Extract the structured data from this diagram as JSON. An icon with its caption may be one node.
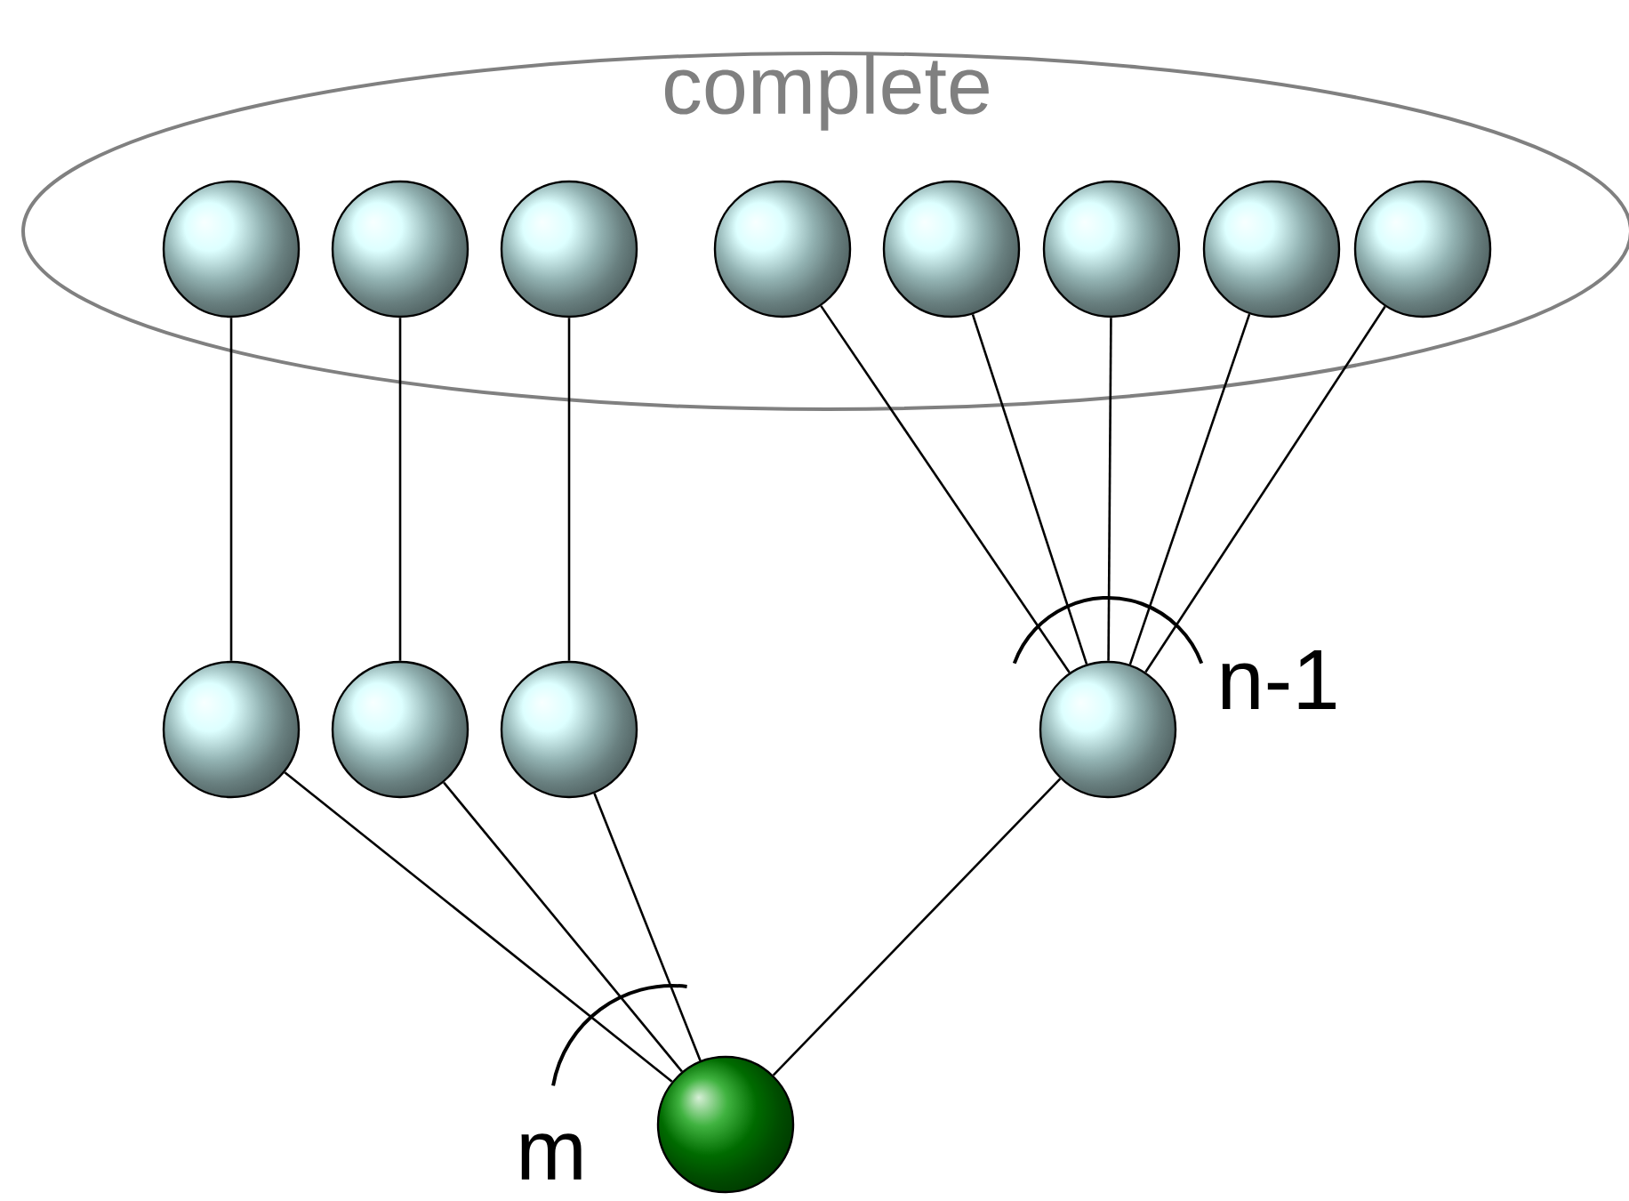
{
  "diagram": {
    "nodes": [
      {
        "text": [
          "complete"
        ]
      },
      {
        "text": [],
        "shape": "circle",
        "in": 0
      },
      {
        "text": [],
        "shape": "circle",
        "in": 0
      },
      {
        "text": [],
        "shape": "circle",
        "in": 0
      },
      {
        "text": [],
        "shape": "circle",
        "in": 0
      },
      {
        "text": [],
        "shape": "circle",
        "in": 0
      },
      {
        "text": [],
        "shape": "circle",
        "in": 0
      },
      {
        "text": [],
        "shape": "circle",
        "in": 0
      },
      {
        "text": [],
        "shape": "circle",
        "in": 0
      },
      {
        "text": [],
        "shape": "circle"
      },
      {
        "text": [],
        "shape": "circle"
      },
      {
        "text": [],
        "shape": "circle"
      },
      {
        "text": [],
        "shape": "circle"
      },
      {
        "text": [],
        "shape": "circle"
      }
    ],
    "edges": [
      {
        "from": 1,
        "to": 9,
        "arrow": "none"
      },
      {
        "from": 2,
        "to": 10,
        "arrow": "none"
      },
      {
        "from": 3,
        "to": 11,
        "arrow": "none"
      },
      {
        "from": 4,
        "to": 12,
        "arrow": "none"
      },
      {
        "from": 5,
        "to": 12,
        "arrow": "none"
      },
      {
        "from": 6,
        "to": 12,
        "arrow": "none"
      },
      {
        "from": 7,
        "to": 12,
        "arrow": "none"
      },
      {
        "from": 8,
        "to": 12,
        "arrow": "none"
      },
      {
        "from": 9,
        "to": 13,
        "arrow": "none"
      },
      {
        "from": 10,
        "to": 13,
        "arrow": "none"
      },
      {
        "from": 11,
        "to": 13,
        "arrow": "none"
      },
      {
        "from": 12,
        "to": 13,
        "arrow": "none"
      }
    ],
    "labels": [
      "n-1",
      "m"
    ]
  }
}
